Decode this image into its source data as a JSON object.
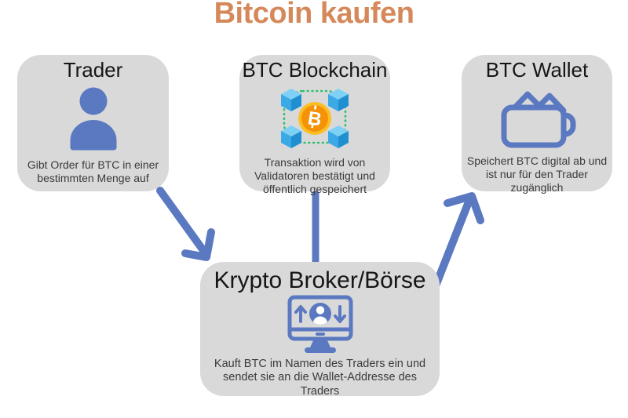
{
  "title": "Bitcoin kaufen",
  "nodes": {
    "trader": {
      "title": "Trader",
      "description": "Gibt Order für  BTC in einer bestimmten Menge auf",
      "icon": "person-icon"
    },
    "blockchain": {
      "title": "BTC Blockchain",
      "description": "Transaktion wird von Validatoren bestätigt und öffentlich gespeichert",
      "icon": "blockchain-cubes-icon",
      "coin_symbol": "B"
    },
    "wallet": {
      "title": "BTC Wallet",
      "description": "Speichert BTC digital ab und ist nur für den Trader zugänglich",
      "icon": "wallet-icon"
    },
    "broker": {
      "title": "Krypto Broker/Börse",
      "description": "Kauft BTC im Namen des Traders ein und sendet sie an die Wallet-Addresse des Traders",
      "icon": "exchange-monitor-icon"
    }
  },
  "edges": [
    {
      "from": "trader",
      "to": "broker",
      "style": "arrow"
    },
    {
      "from": "blockchain",
      "to": "broker",
      "style": "plain-line"
    },
    {
      "from": "broker",
      "to": "wallet",
      "style": "arrow"
    }
  ],
  "colors": {
    "title_orange": "#d5895a",
    "box_gray": "#d9d9d9",
    "accent_blue": "#5b79c1",
    "green_dots": "#2fbf71",
    "cube_top_blue": "#7fd0f5",
    "cube_left_blue": "#3aa9e6",
    "cube_right_blue": "#1f8fd0",
    "coin_ring_yellow": "#fbbf24",
    "coin_orange": "#f59207",
    "text_dark": "#3a3a3a",
    "heading_dark": "#161616"
  }
}
